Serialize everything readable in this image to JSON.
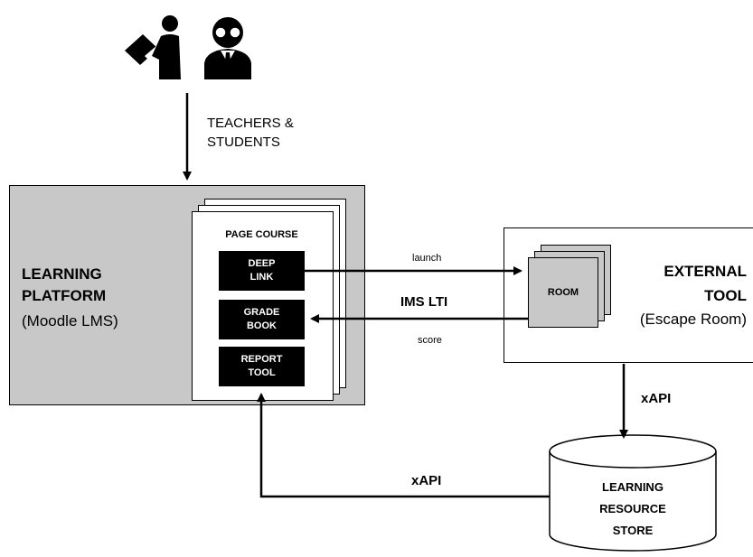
{
  "actors": {
    "label": "TEACHERS &\nSTUDENTS",
    "icons": [
      "student-reading-icon",
      "teacher-icon"
    ]
  },
  "learning_platform": {
    "title": "LEARNING\nPLATFORM",
    "subtitle": "(Moodle LMS)",
    "page_course": "PAGE COURSE",
    "modules": [
      "DEEP\nLINK",
      "GRADE\nBOOK",
      "REPORT\nTOOL"
    ]
  },
  "external_tool": {
    "title": "EXTERNAL\nTOOL",
    "subtitle": "(Escape Room)",
    "room": "ROOM"
  },
  "connections": {
    "launch": "launch",
    "lti": "IMS LTI",
    "score": "score",
    "xapi_tool_to_store": "xAPI",
    "xapi_store_to_platform": "xAPI"
  },
  "store": {
    "label": "LEARNING\nRESOURCE\nSTORE"
  }
}
